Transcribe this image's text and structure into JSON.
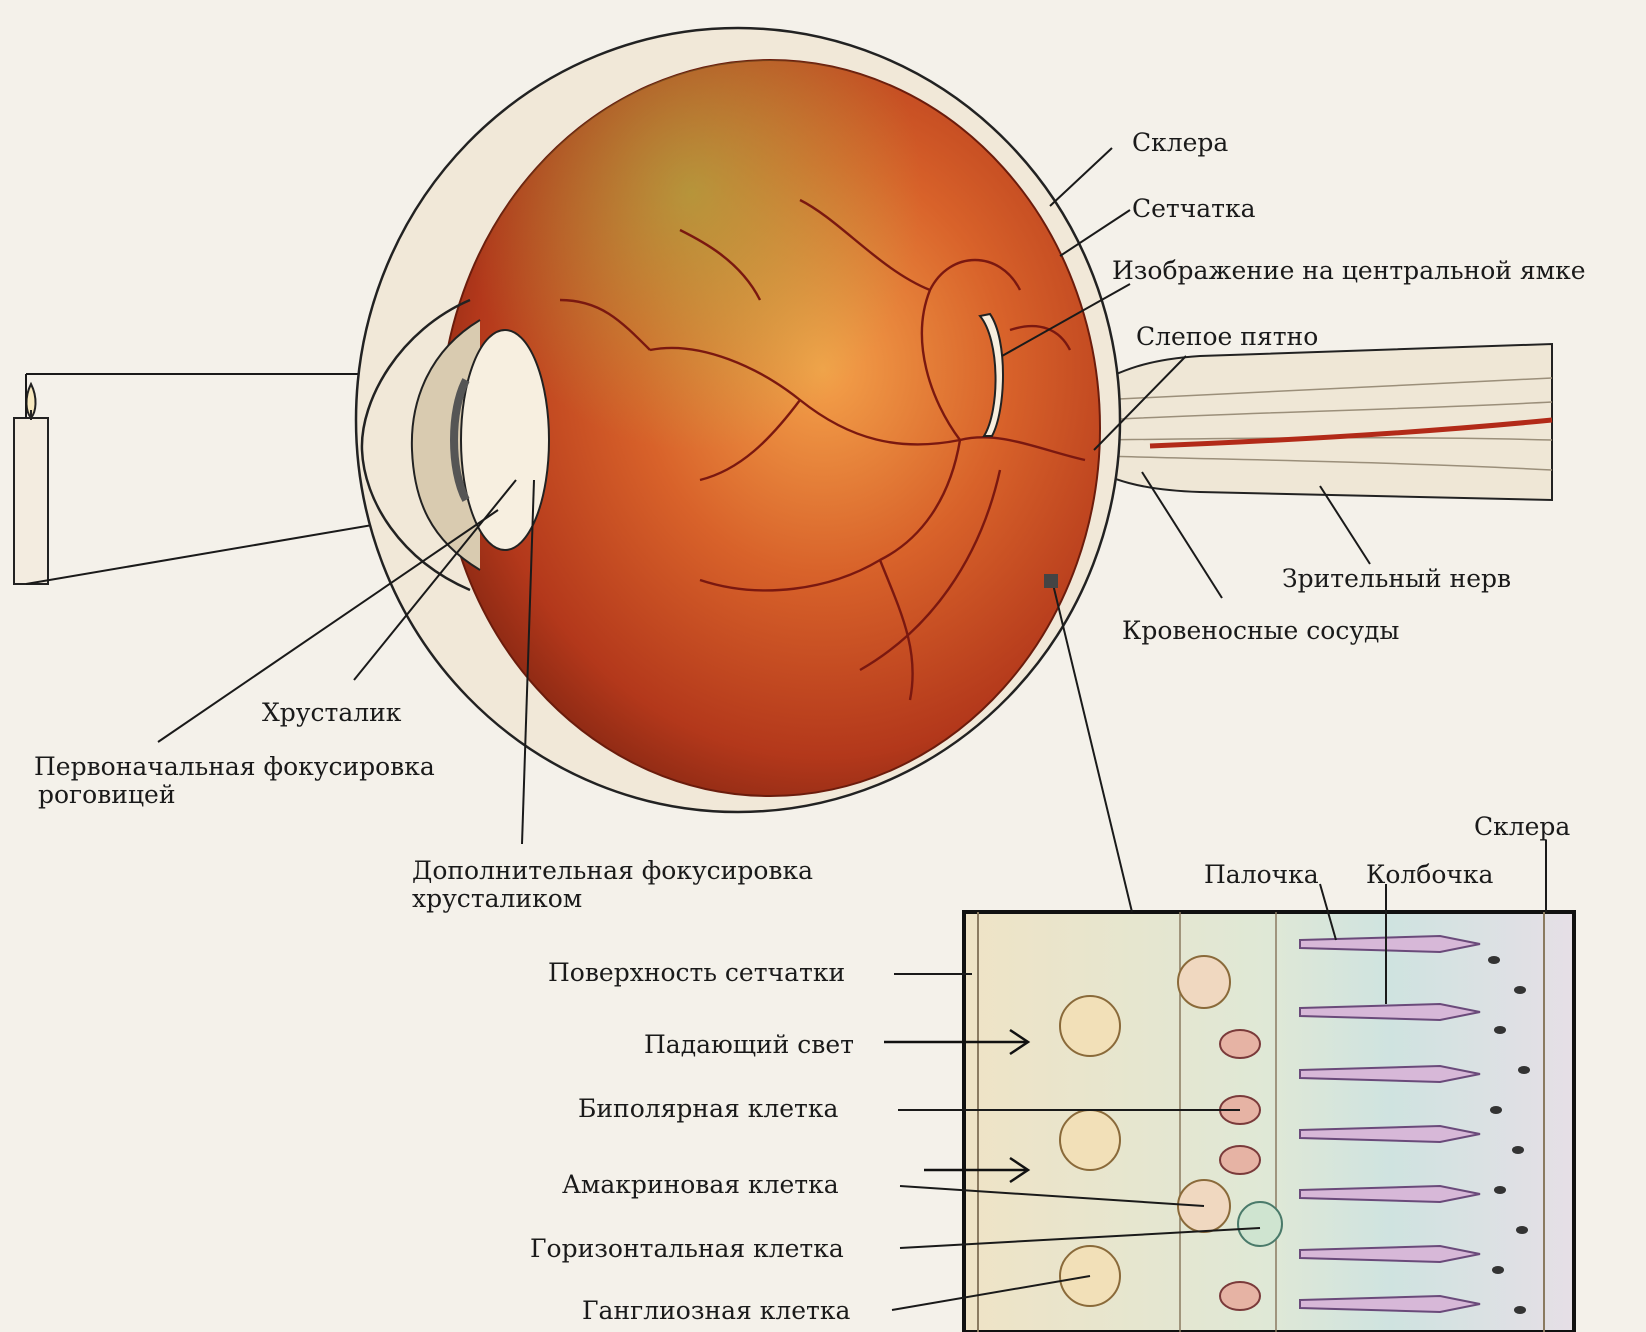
{
  "eye_labels": {
    "sclera": "Склера",
    "retina": "Сетчатка",
    "fovea_image": "Изображение на центральной ямке",
    "blind_spot": "Слепое пятно",
    "optic_nerve": "Зрительный нерв",
    "blood_vessels": "Кровеносные сосуды",
    "lens": "Хрусталик",
    "cornea_focus_line1": "Первоначальная фокусировка",
    "cornea_focus_line2": "роговицей",
    "lens_focus_line1": "Дополнительная фокусировка",
    "lens_focus_line2": "хрусталиком"
  },
  "retina_labels": {
    "sclera": "Склера",
    "rod": "Палочка",
    "cone": "Колбочка",
    "surface": "Поверхность сетчатки",
    "incident_light": "Падающий свет",
    "bipolar": "Биполярная клетка",
    "amacrine": "Амакриновая клетка",
    "horizontal": "Горизонтальная клетка",
    "ganglion": "Ганглиозная клетка"
  },
  "colors": {
    "eyeball": "#c9461f",
    "eyeball_light": "#e88a3a",
    "sclera": "#f3eadb",
    "vessel": "#7a1810",
    "nerve": "#ece4d2",
    "inset_bg": "#e9dcc8"
  }
}
